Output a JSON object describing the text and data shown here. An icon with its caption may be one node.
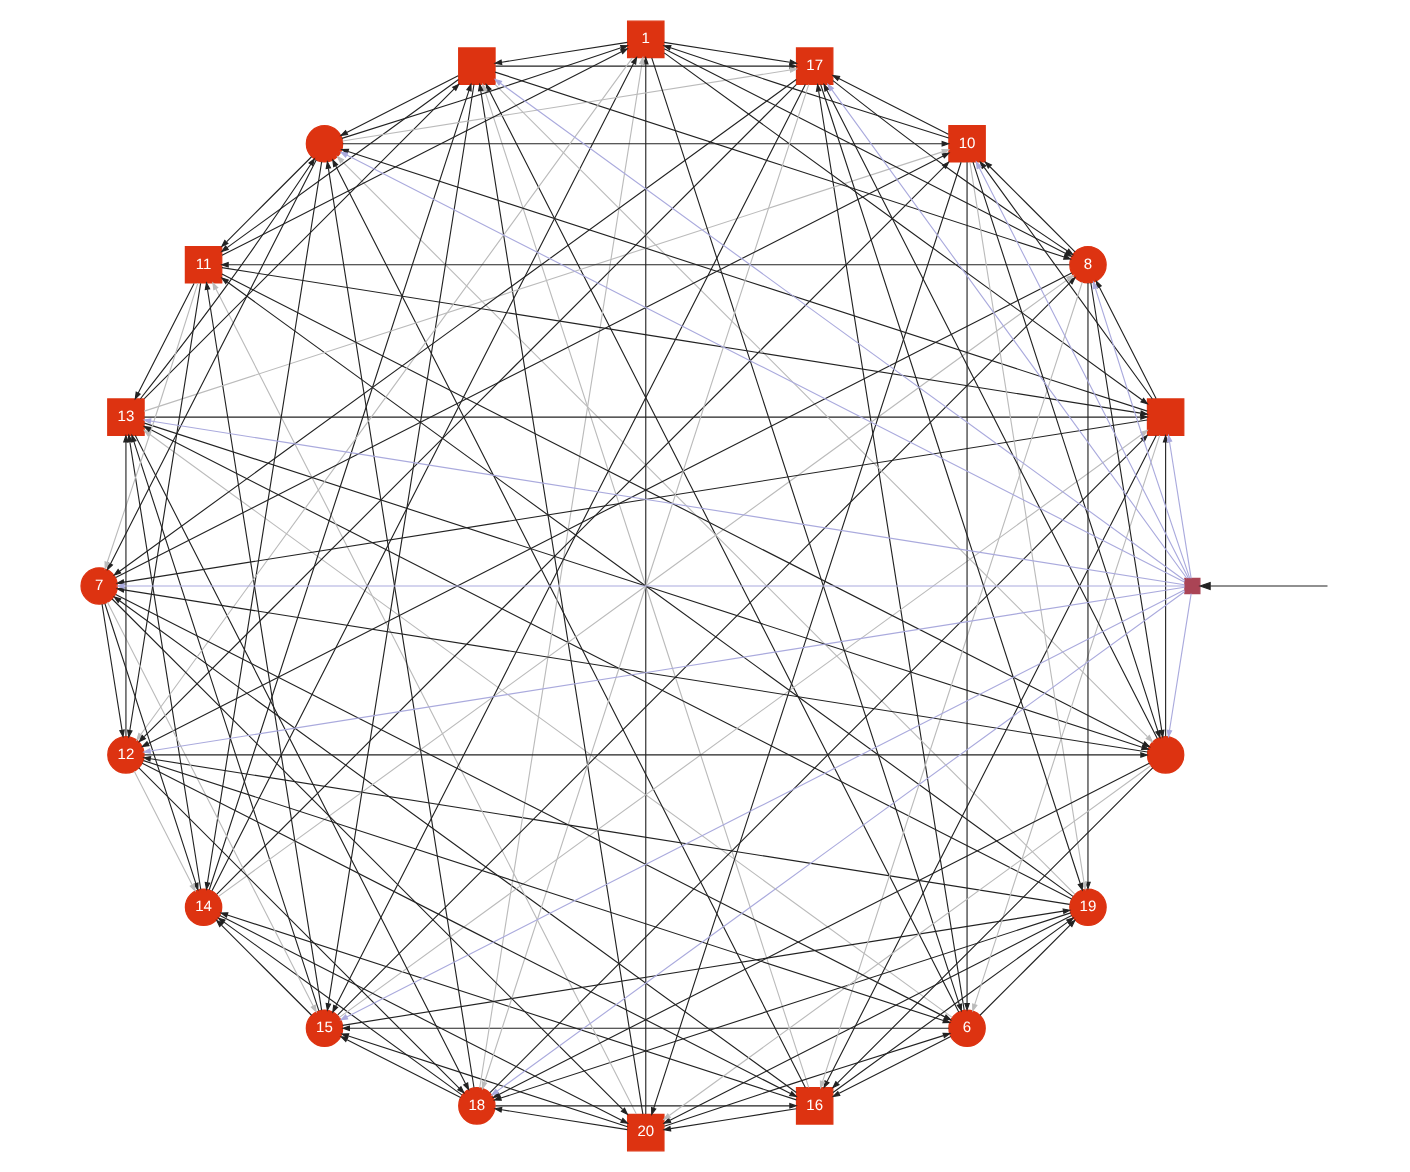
{
  "diagram": {
    "nodes": [
      {
        "text": [
          "6"
        ]
      },
      {
        "text": [
          "16"
        ]
      },
      {
        "text": [
          "19"
        ]
      },
      {
        "text": [
          "20"
        ]
      },
      {
        "text": [
          "18"
        ]
      },
      {
        "text": [
          "15"
        ]
      },
      {
        "text": [
          "14"
        ]
      },
      {
        "text": [
          "13"
        ]
      },
      {
        "text": [],
        "shape": "box"
      },
      {
        "text": [],
        "shape": "circle"
      },
      {
        "text": [
          "11"
        ]
      },
      {
        "text": [
          "1"
        ]
      },
      {
        "text": [],
        "shape": "box"
      },
      {
        "text": [
          "8"
        ]
      },
      {
        "text": [
          "10"
        ]
      },
      {
        "text": [],
        "shape": "circle"
      },
      {
        "text": [
          "17"
        ]
      },
      {
        "text": [
          "7"
        ]
      },
      {
        "text": [
          "12"
        ]
      },
      {
        "text": [],
        "shape": "box"
      }
    ],
    "edges": [
      {
        "from": 0,
        "to": 1,
        "arrow": "to"
      },
      {
        "from": 1,
        "to": 2,
        "arrow": "to"
      },
      {
        "from": 2,
        "to": 3,
        "arrow": "to"
      },
      {
        "from": 3,
        "to": 4,
        "arrow": "to"
      },
      {
        "from": 4,
        "to": 5,
        "arrow": "to"
      },
      {
        "from": 5,
        "to": 6,
        "arrow": "to"
      },
      {
        "from": 6,
        "to": 7,
        "arrow": "to"
      },
      {
        "from": 7,
        "to": 8,
        "arrow": "to"
      },
      {
        "from": 8,
        "to": 9,
        "arrow": "to"
      },
      {
        "from": 9,
        "to": 10,
        "arrow": "to"
      },
      {
        "from": 10,
        "to": 11,
        "arrow": "to"
      },
      {
        "from": 11,
        "to": 12,
        "arrow": "to"
      },
      {
        "from": 12,
        "to": 13,
        "arrow": "to"
      },
      {
        "from": 13,
        "to": 14,
        "arrow": "to"
      },
      {
        "from": 14,
        "to": 15,
        "arrow": "to"
      },
      {
        "from": 15,
        "to": 16,
        "arrow": "to"
      },
      {
        "from": 16,
        "to": 17,
        "arrow": "to"
      },
      {
        "from": 17,
        "to": 18,
        "arrow": "to"
      },
      {
        "from": 18,
        "to": 0,
        "arrow": "to"
      },
      {
        "from": 0,
        "to": 2,
        "arrow": "to"
      },
      {
        "from": 1,
        "to": 3,
        "arrow": "to"
      },
      {
        "from": 2,
        "to": 4,
        "arrow": "to"
      },
      {
        "from": 3,
        "to": 5,
        "arrow": "to"
      },
      {
        "from": 4,
        "to": 6,
        "arrow": "to"
      },
      {
        "from": 5,
        "to": 7,
        "arrow": "to"
      },
      {
        "from": 6,
        "to": 8,
        "arrow": "to"
      },
      {
        "from": 7,
        "to": 9,
        "arrow": "to"
      },
      {
        "from": 8,
        "to": 10,
        "arrow": "to"
      },
      {
        "from": 9,
        "to": 11,
        "arrow": "to"
      },
      {
        "from": 10,
        "to": 12,
        "arrow": "to"
      },
      {
        "from": 11,
        "to": 13,
        "arrow": "to"
      },
      {
        "from": 12,
        "to": 14,
        "arrow": "to"
      },
      {
        "from": 13,
        "to": 15,
        "arrow": "to"
      },
      {
        "from": 14,
        "to": 16,
        "arrow": "to"
      },
      {
        "from": 15,
        "to": 17,
        "arrow": "to"
      },
      {
        "from": 16,
        "to": 18,
        "arrow": "to"
      },
      {
        "from": 17,
        "to": 0,
        "arrow": "to"
      },
      {
        "from": 18,
        "to": 1,
        "arrow": "to"
      },
      {
        "from": 3,
        "to": 0,
        "arrow": "to"
      },
      {
        "from": 4,
        "to": 1,
        "arrow": "to"
      },
      {
        "from": 5,
        "to": 2,
        "arrow": "to"
      },
      {
        "from": 6,
        "to": 3,
        "arrow": "to"
      },
      {
        "from": 7,
        "to": 4,
        "arrow": "to"
      },
      {
        "from": 8,
        "to": 5,
        "arrow": "to"
      },
      {
        "from": 9,
        "to": 6,
        "arrow": "to"
      },
      {
        "from": 10,
        "to": 7,
        "arrow": "to"
      },
      {
        "from": 11,
        "to": 8,
        "arrow": "to"
      },
      {
        "from": 12,
        "to": 9,
        "arrow": "to"
      },
      {
        "from": 13,
        "to": 10,
        "arrow": "to"
      },
      {
        "from": 14,
        "to": 11,
        "arrow": "to"
      },
      {
        "from": 15,
        "to": 12,
        "arrow": "to"
      },
      {
        "from": 16,
        "to": 13,
        "arrow": "to"
      },
      {
        "from": 17,
        "to": 14,
        "arrow": "to"
      },
      {
        "from": 18,
        "to": 15,
        "arrow": "to"
      },
      {
        "from": 0,
        "to": 16,
        "arrow": "to"
      },
      {
        "from": 1,
        "to": 17,
        "arrow": "to"
      },
      {
        "from": 2,
        "to": 18,
        "arrow": "to"
      },
      {
        "from": 0,
        "to": 5,
        "arrow": "to"
      },
      {
        "from": 1,
        "to": 6,
        "arrow": "to"
      },
      {
        "from": 2,
        "to": 7,
        "arrow": "to"
      },
      {
        "from": 3,
        "to": 8,
        "arrow": "to"
      },
      {
        "from": 4,
        "to": 9,
        "arrow": "to"
      },
      {
        "from": 5,
        "to": 10,
        "arrow": "to"
      },
      {
        "from": 6,
        "to": 11,
        "arrow": "to"
      },
      {
        "from": 7,
        "to": 12,
        "arrow": "to"
      },
      {
        "from": 8,
        "to": 13,
        "arrow": "to"
      },
      {
        "from": 9,
        "to": 14,
        "arrow": "to"
      },
      {
        "from": 10,
        "to": 15,
        "arrow": "to"
      },
      {
        "from": 11,
        "to": 16,
        "arrow": "to"
      },
      {
        "from": 12,
        "to": 17,
        "arrow": "to"
      },
      {
        "from": 13,
        "to": 18,
        "arrow": "to"
      },
      {
        "from": 14,
        "to": 0,
        "arrow": "to"
      },
      {
        "from": 15,
        "to": 1,
        "arrow": "to"
      },
      {
        "from": 16,
        "to": 2,
        "arrow": "to"
      },
      {
        "from": 17,
        "to": 3,
        "arrow": "to"
      },
      {
        "from": 18,
        "to": 4,
        "arrow": "to"
      },
      {
        "from": 0,
        "to": 7,
        "arrow": "to",
        "color": "#bbbbbb"
      },
      {
        "from": 1,
        "to": 8,
        "arrow": "to",
        "color": "#bbbbbb"
      },
      {
        "from": 2,
        "to": 9,
        "arrow": "to",
        "color": "#bbbbbb"
      },
      {
        "from": 3,
        "to": 10,
        "arrow": "to",
        "color": "#bbbbbb"
      },
      {
        "from": 4,
        "to": 11,
        "arrow": "to",
        "color": "#bbbbbb"
      },
      {
        "from": 5,
        "to": 12,
        "arrow": "to",
        "color": "#bbbbbb"
      },
      {
        "from": 6,
        "to": 13,
        "arrow": "to",
        "color": "#bbbbbb"
      },
      {
        "from": 7,
        "to": 14,
        "arrow": "to",
        "color": "#bbbbbb"
      },
      {
        "from": 8,
        "to": 15,
        "arrow": "to",
        "color": "#bbbbbb"
      },
      {
        "from": 9,
        "to": 16,
        "arrow": "to",
        "color": "#bbbbbb"
      },
      {
        "from": 10,
        "to": 17,
        "arrow": "to",
        "color": "#bbbbbb"
      },
      {
        "from": 11,
        "to": 18,
        "arrow": "to",
        "color": "#bbbbbb"
      },
      {
        "from": 12,
        "to": 0,
        "arrow": "to",
        "color": "#bbbbbb"
      },
      {
        "from": 13,
        "to": 1,
        "arrow": "to",
        "color": "#bbbbbb"
      },
      {
        "from": 14,
        "to": 2,
        "arrow": "to",
        "color": "#bbbbbb"
      },
      {
        "from": 15,
        "to": 3,
        "arrow": "to",
        "color": "#bbbbbb"
      },
      {
        "from": 16,
        "to": 4,
        "arrow": "to",
        "color": "#bbbbbb"
      },
      {
        "from": 17,
        "to": 5,
        "arrow": "to",
        "color": "#bbbbbb"
      },
      {
        "from": 18,
        "to": 6,
        "arrow": "to",
        "color": "#bbbbbb"
      },
      {
        "from": 0,
        "to": 8,
        "arrow": "to"
      },
      {
        "from": 1,
        "to": 9,
        "arrow": "to"
      },
      {
        "from": 2,
        "to": 10,
        "arrow": "to"
      },
      {
        "from": 3,
        "to": 11,
        "arrow": "to"
      },
      {
        "from": 4,
        "to": 12,
        "arrow": "to"
      },
      {
        "from": 5,
        "to": 13,
        "arrow": "to"
      },
      {
        "from": 6,
        "to": 14,
        "arrow": "to"
      },
      {
        "from": 7,
        "to": 15,
        "arrow": "to"
      },
      {
        "from": 8,
        "to": 16,
        "arrow": "to"
      },
      {
        "from": 9,
        "to": 17,
        "arrow": "to"
      },
      {
        "from": 10,
        "to": 18,
        "arrow": "to"
      },
      {
        "from": 11,
        "to": 0,
        "arrow": "to"
      },
      {
        "from": 12,
        "to": 1,
        "arrow": "to"
      },
      {
        "from": 13,
        "to": 2,
        "arrow": "to"
      },
      {
        "from": 14,
        "to": 3,
        "arrow": "to"
      },
      {
        "from": 15,
        "to": 4,
        "arrow": "to"
      },
      {
        "from": 16,
        "to": 5,
        "arrow": "to"
      },
      {
        "from": 17,
        "to": 6,
        "arrow": "to"
      },
      {
        "from": 18,
        "to": 7,
        "arrow": "to"
      },
      {
        "from": 19,
        "to": 7,
        "arrow": "to",
        "color": "#aaaadd"
      },
      {
        "from": 19,
        "to": 5,
        "arrow": "to",
        "color": "#aaaadd"
      },
      {
        "from": 19,
        "to": 8,
        "arrow": "to",
        "color": "#aaaadd"
      },
      {
        "from": 19,
        "to": 12,
        "arrow": "to",
        "color": "#aaaadd"
      },
      {
        "from": 19,
        "to": 15,
        "arrow": "to",
        "color": "#aaaadd"
      },
      {
        "from": 19,
        "to": 18,
        "arrow": "to",
        "color": "#aaaadd"
      },
      {
        "from": 19,
        "to": 9,
        "arrow": "to",
        "color": "#aaaadd"
      },
      {
        "from": 19,
        "to": 14,
        "arrow": "to",
        "color": "#aaaadd"
      },
      {
        "from": 19,
        "to": 17,
        "arrow": "to",
        "color": "#aaaadd"
      },
      {
        "from": 19,
        "to": 13,
        "arrow": "to",
        "color": "#aaaadd"
      },
      {
        "from": 19,
        "to": 16,
        "arrow": "to",
        "color": "#aaaadd"
      },
      {
        "from": 19,
        "to": 4,
        "arrow": "to",
        "color": "#aaaadd"
      },
      {
        "from": null,
        "to": 19,
        "arrow": "to"
      }
    ]
  }
}
